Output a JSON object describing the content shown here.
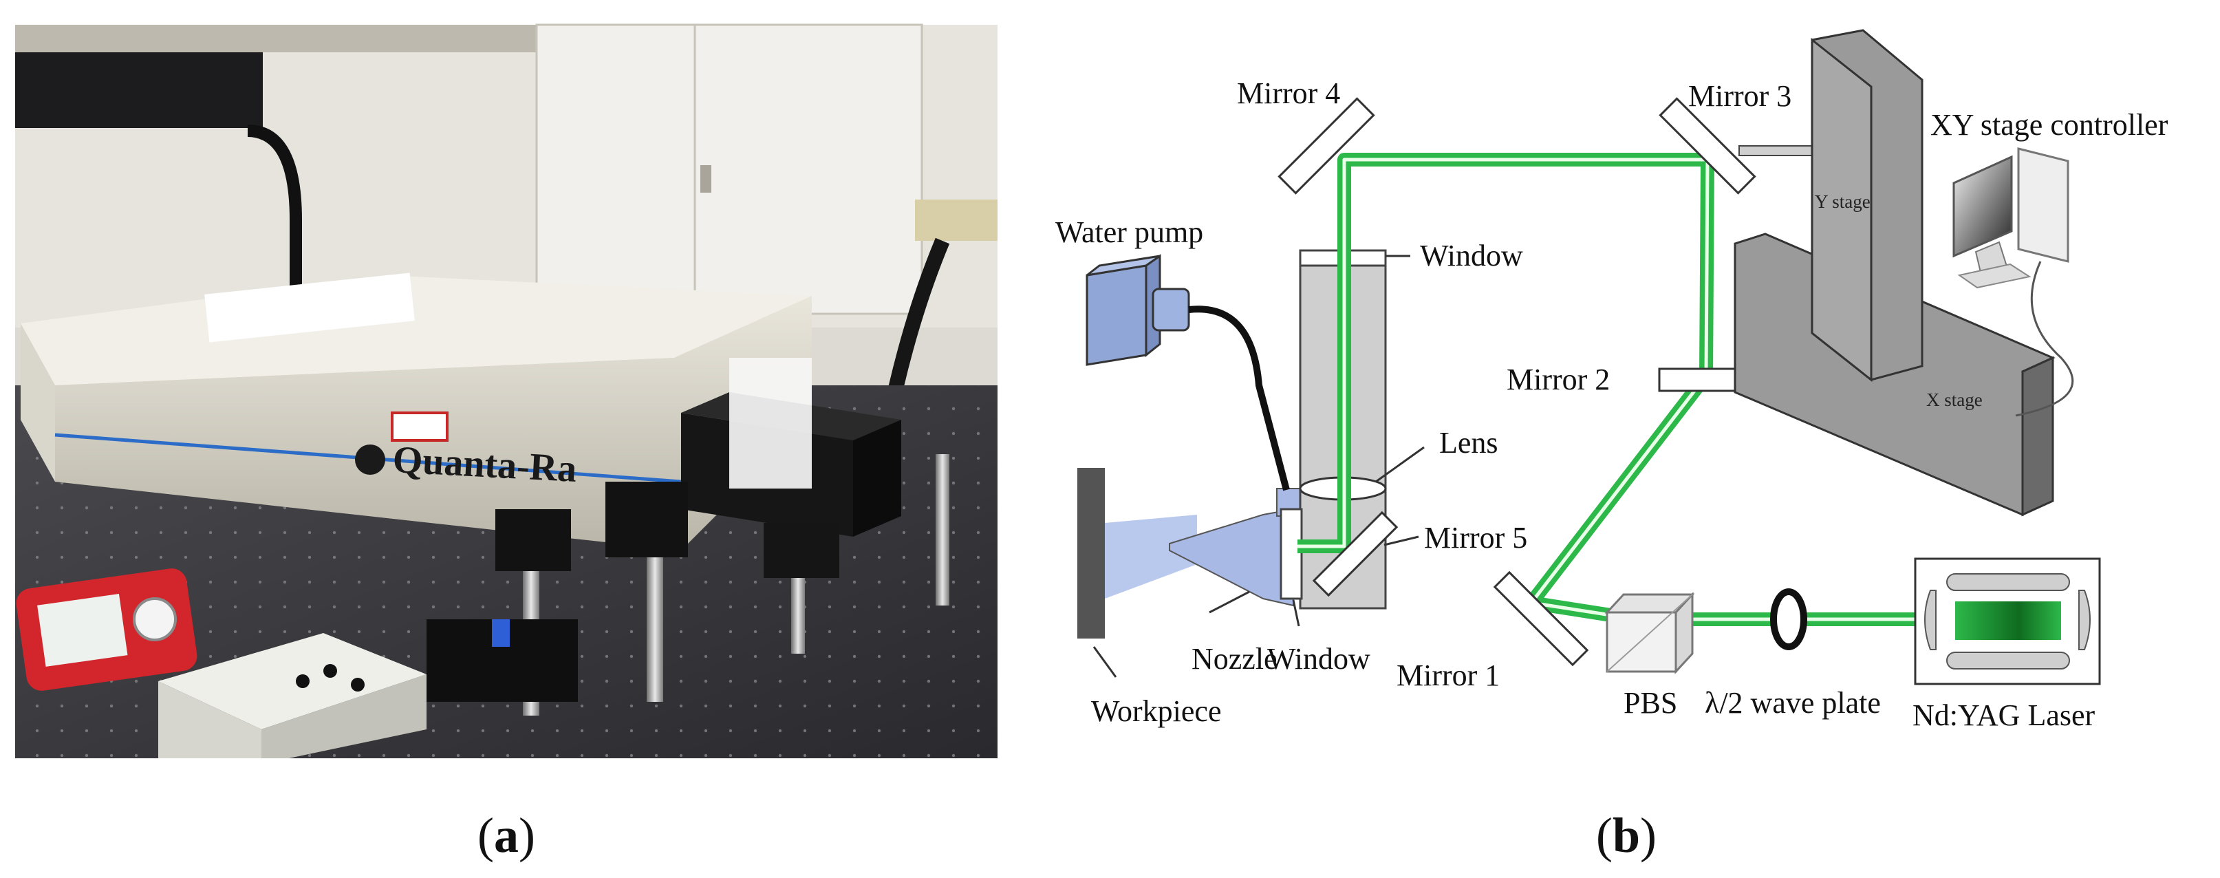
{
  "panel_a": {
    "caption_open": "(",
    "caption_letter": "a",
    "caption_close": ")",
    "photo_text": {
      "brand": "Quanta-Ra"
    }
  },
  "panel_b": {
    "caption_open": "(",
    "caption_letter": "b",
    "caption_close": ")",
    "labels": {
      "mirror_4": "Mirror 4",
      "mirror_3": "Mirror 3",
      "xy_stage_controller": "XY stage controller",
      "water_pump": "Water pump",
      "window_top": "Window",
      "y_stage": "Y stage",
      "mirror_2": "Mirror 2",
      "x_stage": "X stage",
      "lens": "Lens",
      "mirror_5": "Mirror 5",
      "mirror_1": "Mirror 1",
      "nozzle": "Nozzle",
      "window_bottom": "Window",
      "workpiece": "Workpiece",
      "pbs": "PBS",
      "wave_plate": "λ/2 wave plate",
      "laser": "Nd:YAG Laser"
    }
  },
  "colors": {
    "beam": "#2db84a",
    "beam_core": "#e8ffe8",
    "tank_fill": "#cfcfcf",
    "stage_fill": "#9a9a9a",
    "pump_fill": "#8fa6d6",
    "water": "#b9c9ee"
  }
}
